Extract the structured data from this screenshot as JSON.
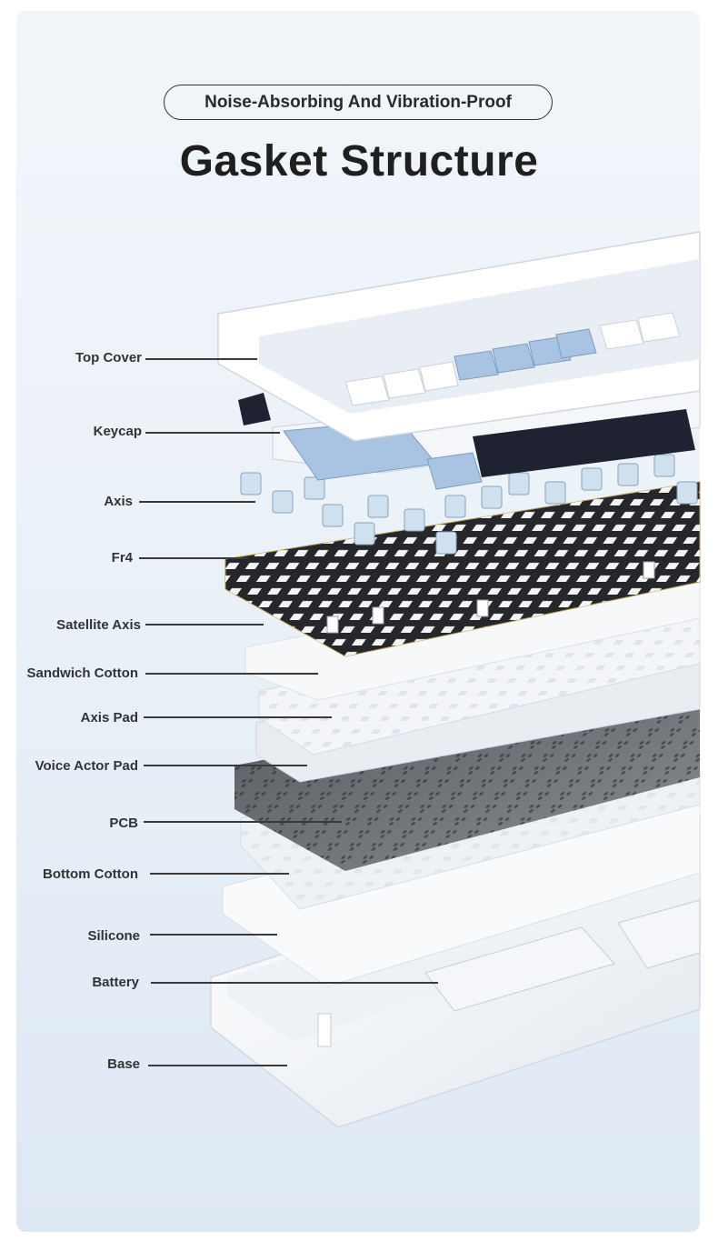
{
  "header": {
    "tagline": "Noise-Absorbing And Vibration-Proof",
    "title": "Gasket Structure"
  },
  "layers": [
    {
      "id": "top-cover",
      "label": "Top Cover"
    },
    {
      "id": "keycap",
      "label": "Keycap"
    },
    {
      "id": "axis",
      "label": "Axis"
    },
    {
      "id": "fr4",
      "label": "Fr4"
    },
    {
      "id": "satellite-axis",
      "label": "Satellite Axis"
    },
    {
      "id": "sandwich-cotton",
      "label": "Sandwich Cotton"
    },
    {
      "id": "axis-pad",
      "label": "Axis Pad"
    },
    {
      "id": "voice-actor-pad",
      "label": "Voice Actor Pad"
    },
    {
      "id": "pcb",
      "label": "PCB"
    },
    {
      "id": "bottom-cotton",
      "label": "Bottom Cotton"
    },
    {
      "id": "silicone",
      "label": "Silicone"
    },
    {
      "id": "battery",
      "label": "Battery"
    },
    {
      "id": "base",
      "label": "Base"
    }
  ],
  "colors": {
    "background_top": "#f2f6fa",
    "background_bottom": "#dfe9f4",
    "keycap_blue": "#a9c4e2",
    "keycap_white": "#f4f6f9",
    "plate_dark": "#2a2a2e",
    "pcb_gray": "#6b6e73",
    "case_white": "#f7f8fa"
  }
}
